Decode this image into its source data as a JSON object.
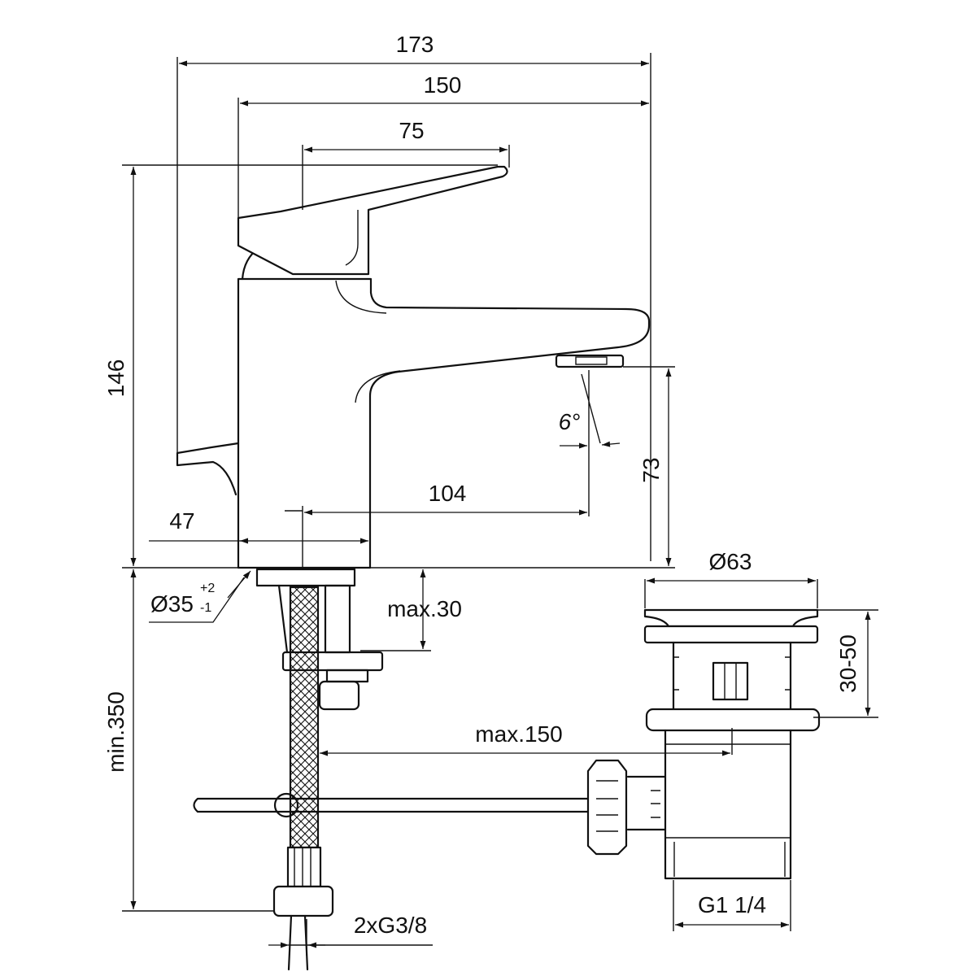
{
  "labels": {
    "overall_width": "173",
    "body_to_spout_width": "150",
    "lever_width": "75",
    "total_height": "146",
    "aerator_height": "73",
    "spout_reach": "104",
    "angle": "6°",
    "base_width": "47",
    "hole_diameter": "Ø35",
    "tol_upper": "+2",
    "tol_lower": "-1",
    "deck_thickness": "max.30",
    "hose_length": "min.350",
    "pop_up_rod": "max.150",
    "waste_diameter": "Ø63",
    "waste_height": "30-50",
    "waste_thread": "G1 1/4",
    "connection_thread": "2xG3/8"
  }
}
